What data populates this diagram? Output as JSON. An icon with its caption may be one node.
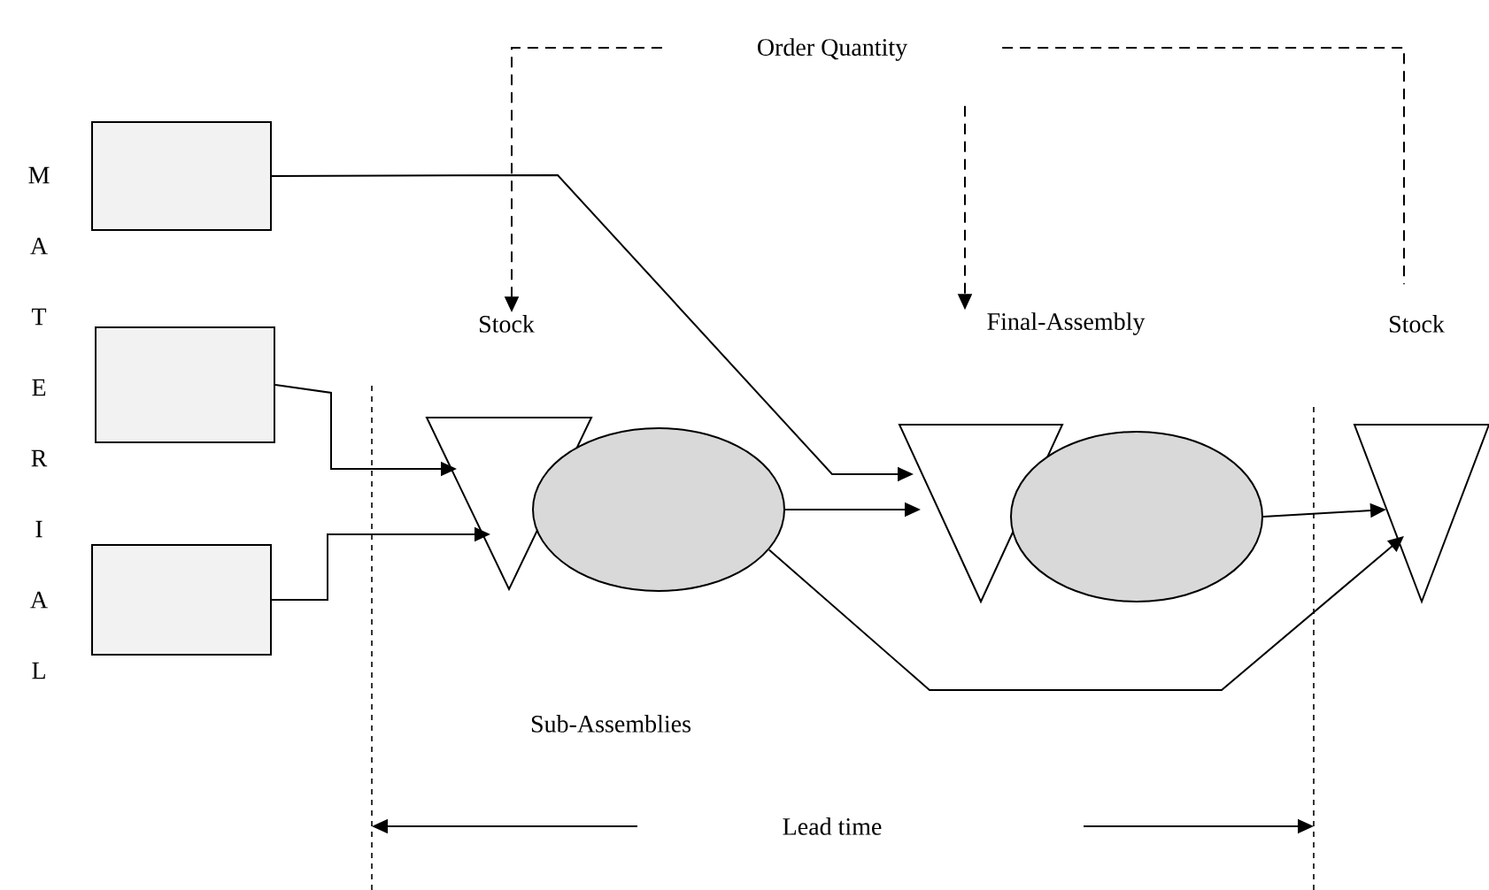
{
  "diagram": {
    "nodes": [
      {
        "text": [
          "Order Quantity"
        ]
      },
      {
        "text": [
          "Stock"
        ]
      },
      {
        "text": [
          "Final-Assembly"
        ]
      },
      {
        "text": [
          "Stock"
        ]
      },
      {
        "text": [],
        "shape": "box"
      },
      {
        "text": [],
        "shape": "box"
      },
      {
        "text": [],
        "shape": "box"
      },
      {
        "text": [],
        "shape": "triangle"
      },
      {
        "text": [],
        "shape": "ellipse"
      },
      {
        "text": [],
        "shape": "triangle"
      },
      {
        "text": [],
        "shape": "ellipse"
      },
      {
        "text": [],
        "shape": "triangle"
      }
    ],
    "edges": [
      {
        "from": 0,
        "to": 1,
        "arrow": "to",
        "style": "dashed"
      },
      {
        "from": 0,
        "to": 2,
        "arrow": "to",
        "style": "dashed"
      },
      {
        "from": 0,
        "to": 3,
        "arrow": "none",
        "style": "dashed"
      },
      {
        "from": 4,
        "to": 9,
        "arrow": "to"
      },
      {
        "from": 5,
        "to": 7,
        "arrow": "to"
      },
      {
        "from": 6,
        "to": 7,
        "arrow": "to"
      },
      {
        "from": 8,
        "to": 9,
        "arrow": "to"
      },
      {
        "from": 8,
        "to": 11,
        "arrow": "to"
      },
      {
        "from": 10,
        "to": 11,
        "arrow": "to"
      }
    ],
    "labels": [
      "M",
      "A",
      "T",
      "E",
      "R",
      "I",
      "A",
      "L",
      "Sub-Assemblies",
      "Lead time"
    ]
  }
}
